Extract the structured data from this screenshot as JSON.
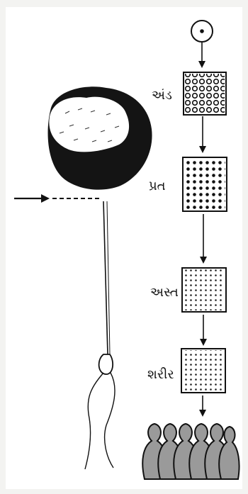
{
  "diagram": {
    "stages": [
      {
        "label": ""
      },
      {
        "label": "અંડ"
      },
      {
        "label": "પ્રત"
      },
      {
        "label": "અસ્ત"
      },
      {
        "label": "શરીર"
      }
    ]
  }
}
